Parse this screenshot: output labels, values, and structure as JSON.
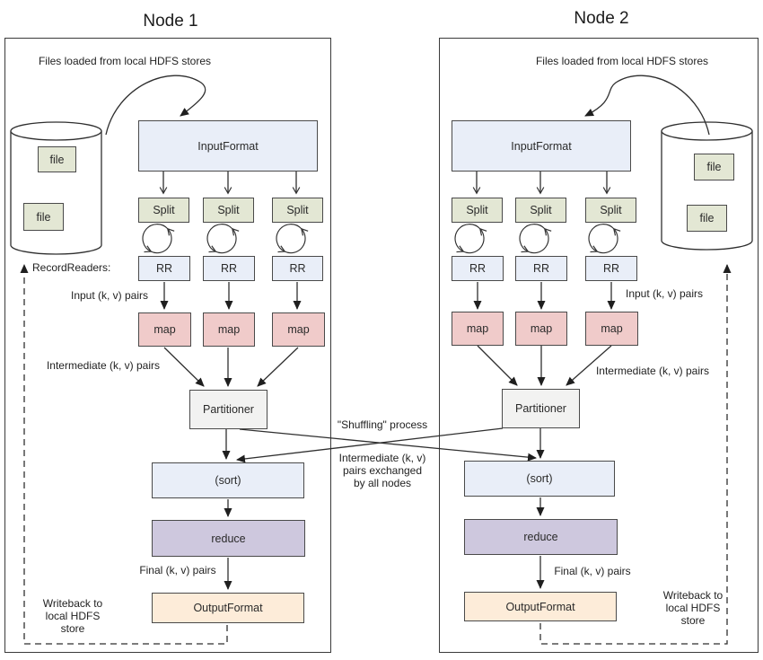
{
  "nodes": [
    {
      "title": "Node 1",
      "files_loaded_label": "Files loaded from local HDFS stores",
      "record_readers_label": "RecordReaders:",
      "input_pairs_label": "Input (k, v) pairs",
      "intermediate_pairs_label": "Intermediate (k, v) pairs",
      "final_pairs_label": "Final (k, v) pairs",
      "writeback": [
        "Writeback to",
        "local HDFS",
        "store"
      ],
      "file_label": "file",
      "input_format_label": "InputFormat",
      "split_label": "Split",
      "rr_label": "RR",
      "map_label": "map",
      "partitioner_label": "Partitioner",
      "sort_label": "(sort)",
      "reduce_label": "reduce",
      "output_format_label": "OutputFormat"
    },
    {
      "title": "Node 2",
      "files_loaded_label": "Files loaded from local HDFS stores",
      "input_pairs_label": "Input (k, v) pairs",
      "intermediate_pairs_label": "Intermediate (k, v) pairs",
      "final_pairs_label": "Final (k, v) pairs",
      "writeback": [
        "Writeback to",
        "local HDFS",
        "store"
      ],
      "file_label": "file",
      "input_format_label": "InputFormat",
      "split_label": "Split",
      "rr_label": "RR",
      "map_label": "map",
      "partitioner_label": "Partitioner",
      "sort_label": "(sort)",
      "reduce_label": "reduce",
      "output_format_label": "OutputFormat"
    }
  ],
  "center": {
    "shuffling_label": "\"Shuffling\" process",
    "exchange": [
      "Intermediate (k, v)",
      "pairs exchanged",
      "by all nodes"
    ]
  },
  "colors": {
    "io_fill": "#e9eef8",
    "split_fill": "#e3e7d4",
    "map_fill": "#f0cbca",
    "partitioner_fill": "#f2f2f1",
    "reduce_fill": "#cec8de",
    "output_fill": "#fdecd9",
    "line": "#2f2f2f"
  }
}
